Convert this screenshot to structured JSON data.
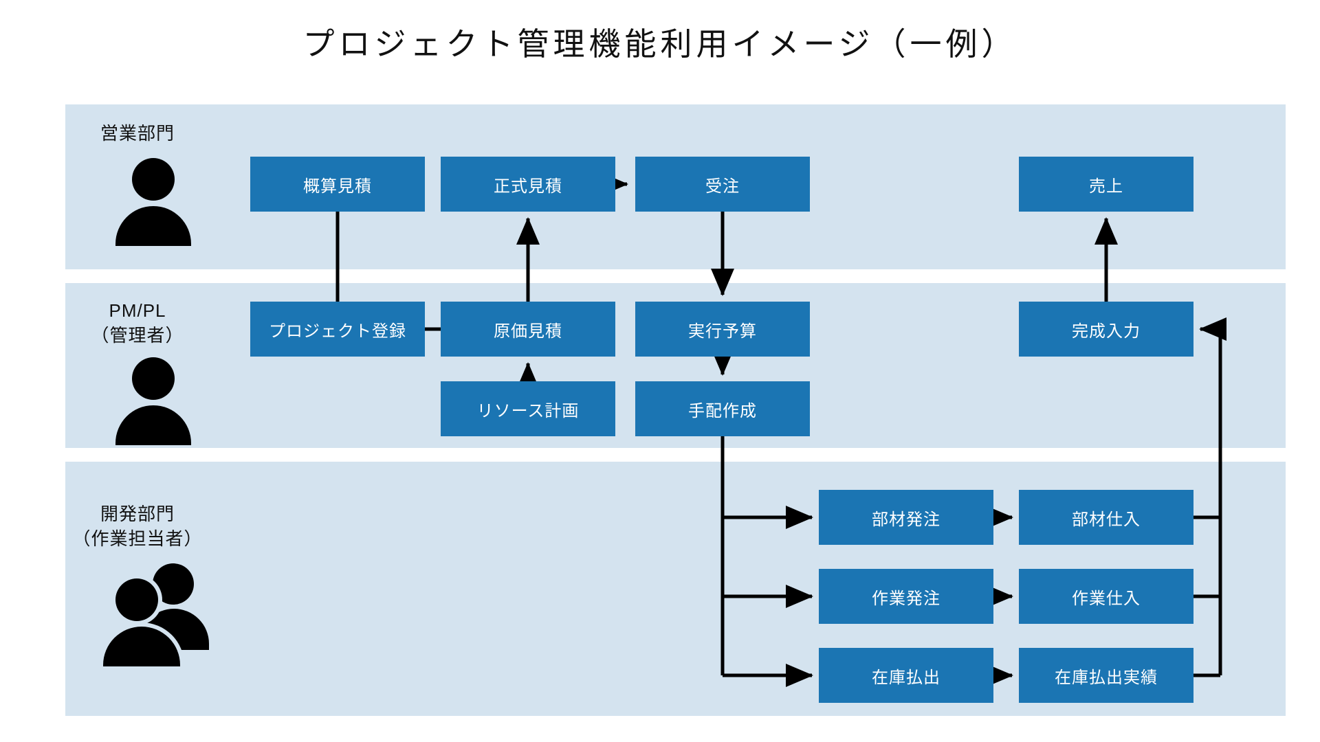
{
  "title": "プロジェクト管理機能利用イメージ（一例）",
  "colors": {
    "box_fill": "#1b75b3",
    "band_fill": "#d4e3ef",
    "box_text": "#ffffff",
    "label_text": "#111111",
    "connector": "#000000",
    "page_background": "#ffffff"
  },
  "lanes": [
    {
      "id": "sales",
      "label": "営業部門",
      "icon": "person-icon",
      "boxes": [
        {
          "id": "rough-estimate",
          "label": "概算見積"
        },
        {
          "id": "formal-estimate",
          "label": "正式見積"
        },
        {
          "id": "order-receipt",
          "label": "受注"
        },
        {
          "id": "sales-amount",
          "label": "売上"
        }
      ]
    },
    {
      "id": "pmpl",
      "label_line1": "PM/PL",
      "label_line2": "（管理者）",
      "icon": "person-icon",
      "boxes": [
        {
          "id": "project-registration",
          "label": "プロジェクト登録"
        },
        {
          "id": "cost-estimate",
          "label": "原価見積"
        },
        {
          "id": "execution-budget",
          "label": "実行予算"
        },
        {
          "id": "completion-input",
          "label": "完成入力"
        },
        {
          "id": "resource-plan",
          "label": "リソース計画"
        },
        {
          "id": "arrangement-creation",
          "label": "手配作成"
        }
      ]
    },
    {
      "id": "development",
      "label_line1": "開発部門",
      "label_line2": "（作業担当者）",
      "icon": "people-group-icon",
      "boxes": [
        {
          "id": "parts-order",
          "label": "部材発注"
        },
        {
          "id": "parts-purchase",
          "label": "部材仕入"
        },
        {
          "id": "work-order",
          "label": "作業発注"
        },
        {
          "id": "work-purchase",
          "label": "作業仕入"
        },
        {
          "id": "stock-issue",
          "label": "在庫払出"
        },
        {
          "id": "stock-issue-result",
          "label": "在庫払出実績"
        }
      ]
    }
  ],
  "connections": [
    {
      "from": "formal-estimate",
      "to": "order-receipt",
      "style": "arrow"
    },
    {
      "from": "rough-estimate",
      "to": "project-registration",
      "style": "line"
    },
    {
      "from": "project-registration",
      "to": "cost-estimate",
      "style": "line"
    },
    {
      "from": "cost-estimate",
      "to": "formal-estimate",
      "style": "arrow"
    },
    {
      "from": "resource-plan",
      "to": "cost-estimate",
      "style": "arrow"
    },
    {
      "from": "order-receipt",
      "to": "execution-budget",
      "style": "arrow"
    },
    {
      "from": "execution-budget",
      "to": "arrangement-creation",
      "style": "arrow"
    },
    {
      "from": "arrangement-creation",
      "to": "parts-order",
      "style": "arrow"
    },
    {
      "from": "arrangement-creation",
      "to": "work-order",
      "style": "arrow"
    },
    {
      "from": "arrangement-creation",
      "to": "stock-issue",
      "style": "arrow"
    },
    {
      "from": "parts-order",
      "to": "parts-purchase",
      "style": "arrow"
    },
    {
      "from": "work-order",
      "to": "work-purchase",
      "style": "arrow"
    },
    {
      "from": "stock-issue",
      "to": "stock-issue-result",
      "style": "arrow"
    },
    {
      "from": "parts-purchase",
      "to": "completion-input",
      "style": "arrow"
    },
    {
      "from": "work-purchase",
      "to": "completion-input",
      "style": "arrow"
    },
    {
      "from": "stock-issue-result",
      "to": "completion-input",
      "style": "arrow"
    },
    {
      "from": "completion-input",
      "to": "sales-amount",
      "style": "arrow"
    }
  ]
}
